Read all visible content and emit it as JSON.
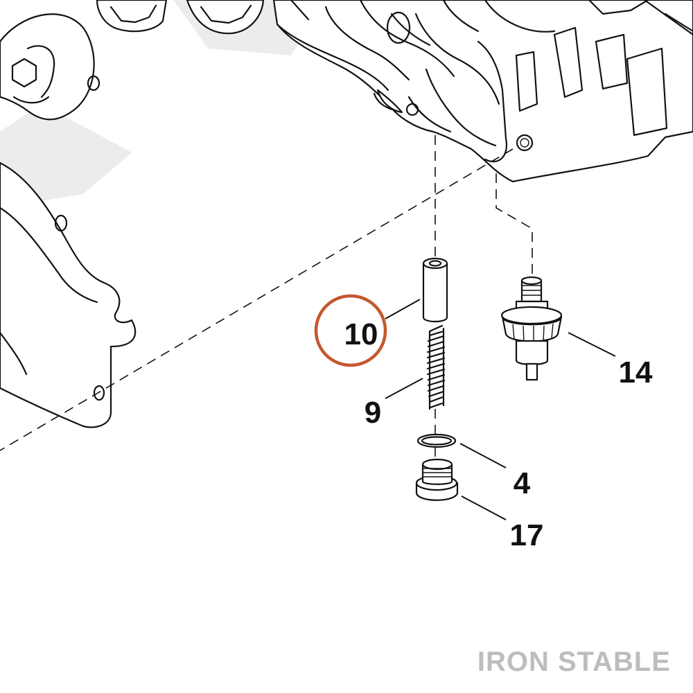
{
  "callouts": [
    {
      "id": "10",
      "label": "10",
      "highlighted": true
    },
    {
      "id": "9",
      "label": "9"
    },
    {
      "id": "14",
      "label": "14"
    },
    {
      "id": "4",
      "label": "4"
    },
    {
      "id": "17",
      "label": "17"
    }
  ],
  "watermark": {
    "text": "IRON STABLE",
    "color": "#bdbdbd"
  },
  "colors": {
    "line": "#111111",
    "highlight": "#c4572f",
    "ghost": "#ececec"
  }
}
